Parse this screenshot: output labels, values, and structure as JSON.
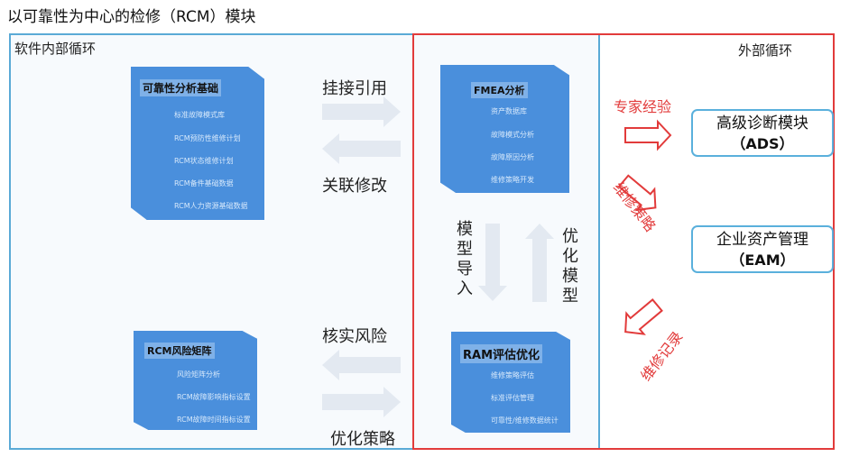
{
  "title": "以可靠性为中心的检修（RCM）模块",
  "internal_loop_label": "软件内部循环",
  "external_loop_label": "外部循环",
  "cards": {
    "reliability_basis": {
      "title": "可靠性分析基础",
      "items": [
        "标准故障模式库",
        "RCM预防性维修计划",
        "RCM状态维修计划",
        "RCM备件基础数据",
        "RCM人力资源基础数据"
      ]
    },
    "fmea": {
      "title": "FMEA分析",
      "items": [
        "资产数据库",
        "故障模式分析",
        "故障原因分析",
        "维修策略开发"
      ]
    },
    "risk_matrix": {
      "title": "RCM风险矩阵",
      "items": [
        "风险矩阵分析",
        "RCM故障影响指标设置",
        "RCM故障时间指标设置"
      ]
    },
    "ram": {
      "title": "RAM评估优化",
      "items": [
        "维修策略评估",
        "标准评估管理",
        "可靠性/维修数据统计"
      ]
    }
  },
  "arrows": {
    "reference": "挂接引用",
    "modify": "关联修改",
    "verify_risk": "核实风险",
    "optimize_strategy": "优化策略",
    "model_import": "模型导入",
    "optimize_model": "优化模型"
  },
  "external": {
    "expert_experience": "专家经验",
    "maintenance_strategy": "维修策略",
    "maintenance_record": "维修记录",
    "ads_name": "高级诊断模块",
    "ads_abbr": "（ADS）",
    "eam_name": "企业资产管理",
    "eam_abbr": "（EAM）"
  },
  "colors": {
    "internal_frame": "#5aaad6",
    "external_frame": "#e23b3b",
    "card_fill": "#4a8fdc",
    "flow_arrow": "#e3e9f1",
    "red_arrow": "#e23b3b"
  }
}
